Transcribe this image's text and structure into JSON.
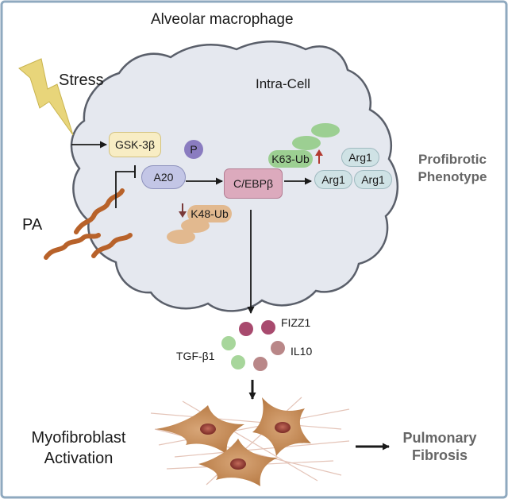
{
  "title": "Alveolar macrophage",
  "intra_cell": "Intra-Cell",
  "stress": "Stress",
  "pa": "PA",
  "nodes": {
    "gsk3b": "GSK-3β",
    "p": "P",
    "a20": "A20",
    "cebpb": "C/EBPβ",
    "k63": "K63-Ub",
    "k48": "K48-Ub",
    "arg1": [
      "Arg1",
      "Arg1",
      "Arg1"
    ]
  },
  "profibrotic": [
    "Profibrotic",
    "Phenotype"
  ],
  "cytokines": {
    "fizz1": "FIZZ1",
    "tgfb1": "TGF-β1",
    "il10": "IL10"
  },
  "myofibroblast": [
    "Myofibroblast",
    "Activation"
  ],
  "pulmonary": [
    "Pulmonary",
    "Fibrosis"
  ],
  "colors": {
    "frame": "#8fa9bf",
    "cell_fill": "#e5e8ef",
    "cell_stroke": "#5a5f6a",
    "gsk_fill": "#f8edc4",
    "a20_fill": "#c3c6e6",
    "p_fill": "#8a7cc0",
    "cebp_fill": "#dcaabd",
    "k63_green": "#9ccf92",
    "k48_tan": "#e2b98f",
    "arg_fill": "#cfe2e5",
    "stress_yellow": "#e8d57a",
    "pa_helix": "#b8622a",
    "fizz_purple": "#a84a6e",
    "il10_mauve": "#b98788",
    "tgf_green": "#a7d69b",
    "up_arrow_red": "#b23a30",
    "down_arrow": "#7a3a3a"
  }
}
